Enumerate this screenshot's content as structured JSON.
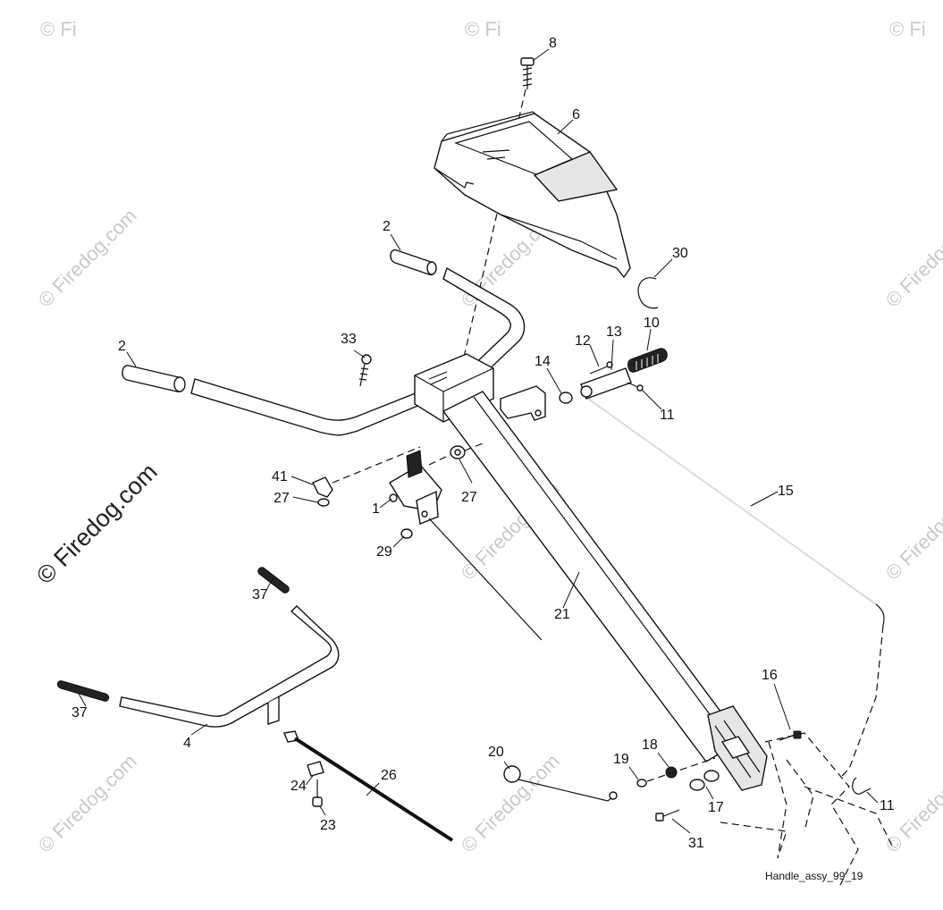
{
  "watermark": {
    "vertical_text": "© Firedog.com",
    "corner_text": "© Fi",
    "diagonal_text": "© Firedog.com"
  },
  "caption": "Handle_assy_99_19",
  "callouts": [
    {
      "id": "c8",
      "text": "8"
    },
    {
      "id": "c6",
      "text": "6"
    },
    {
      "id": "c2a",
      "text": "2"
    },
    {
      "id": "c2b",
      "text": "2"
    },
    {
      "id": "c30",
      "text": "30"
    },
    {
      "id": "c33",
      "text": "33"
    },
    {
      "id": "c10",
      "text": "10"
    },
    {
      "id": "c12",
      "text": "12"
    },
    {
      "id": "c13",
      "text": "13"
    },
    {
      "id": "c14",
      "text": "14"
    },
    {
      "id": "c11a",
      "text": "11"
    },
    {
      "id": "c41",
      "text": "41"
    },
    {
      "id": "c27a",
      "text": "27"
    },
    {
      "id": "c27b",
      "text": "27"
    },
    {
      "id": "c1",
      "text": "1"
    },
    {
      "id": "c29",
      "text": "29"
    },
    {
      "id": "c15",
      "text": "15"
    },
    {
      "id": "c21",
      "text": "21"
    },
    {
      "id": "c37a",
      "text": "37"
    },
    {
      "id": "c37b",
      "text": "37"
    },
    {
      "id": "c4",
      "text": "4"
    },
    {
      "id": "c26",
      "text": "26"
    },
    {
      "id": "c24",
      "text": "24"
    },
    {
      "id": "c23",
      "text": "23"
    },
    {
      "id": "c20",
      "text": "20"
    },
    {
      "id": "c16",
      "text": "16"
    },
    {
      "id": "c19",
      "text": "19"
    },
    {
      "id": "c18",
      "text": "18"
    },
    {
      "id": "c17",
      "text": "17"
    },
    {
      "id": "c31",
      "text": "31"
    },
    {
      "id": "c11b",
      "text": "11"
    }
  ]
}
